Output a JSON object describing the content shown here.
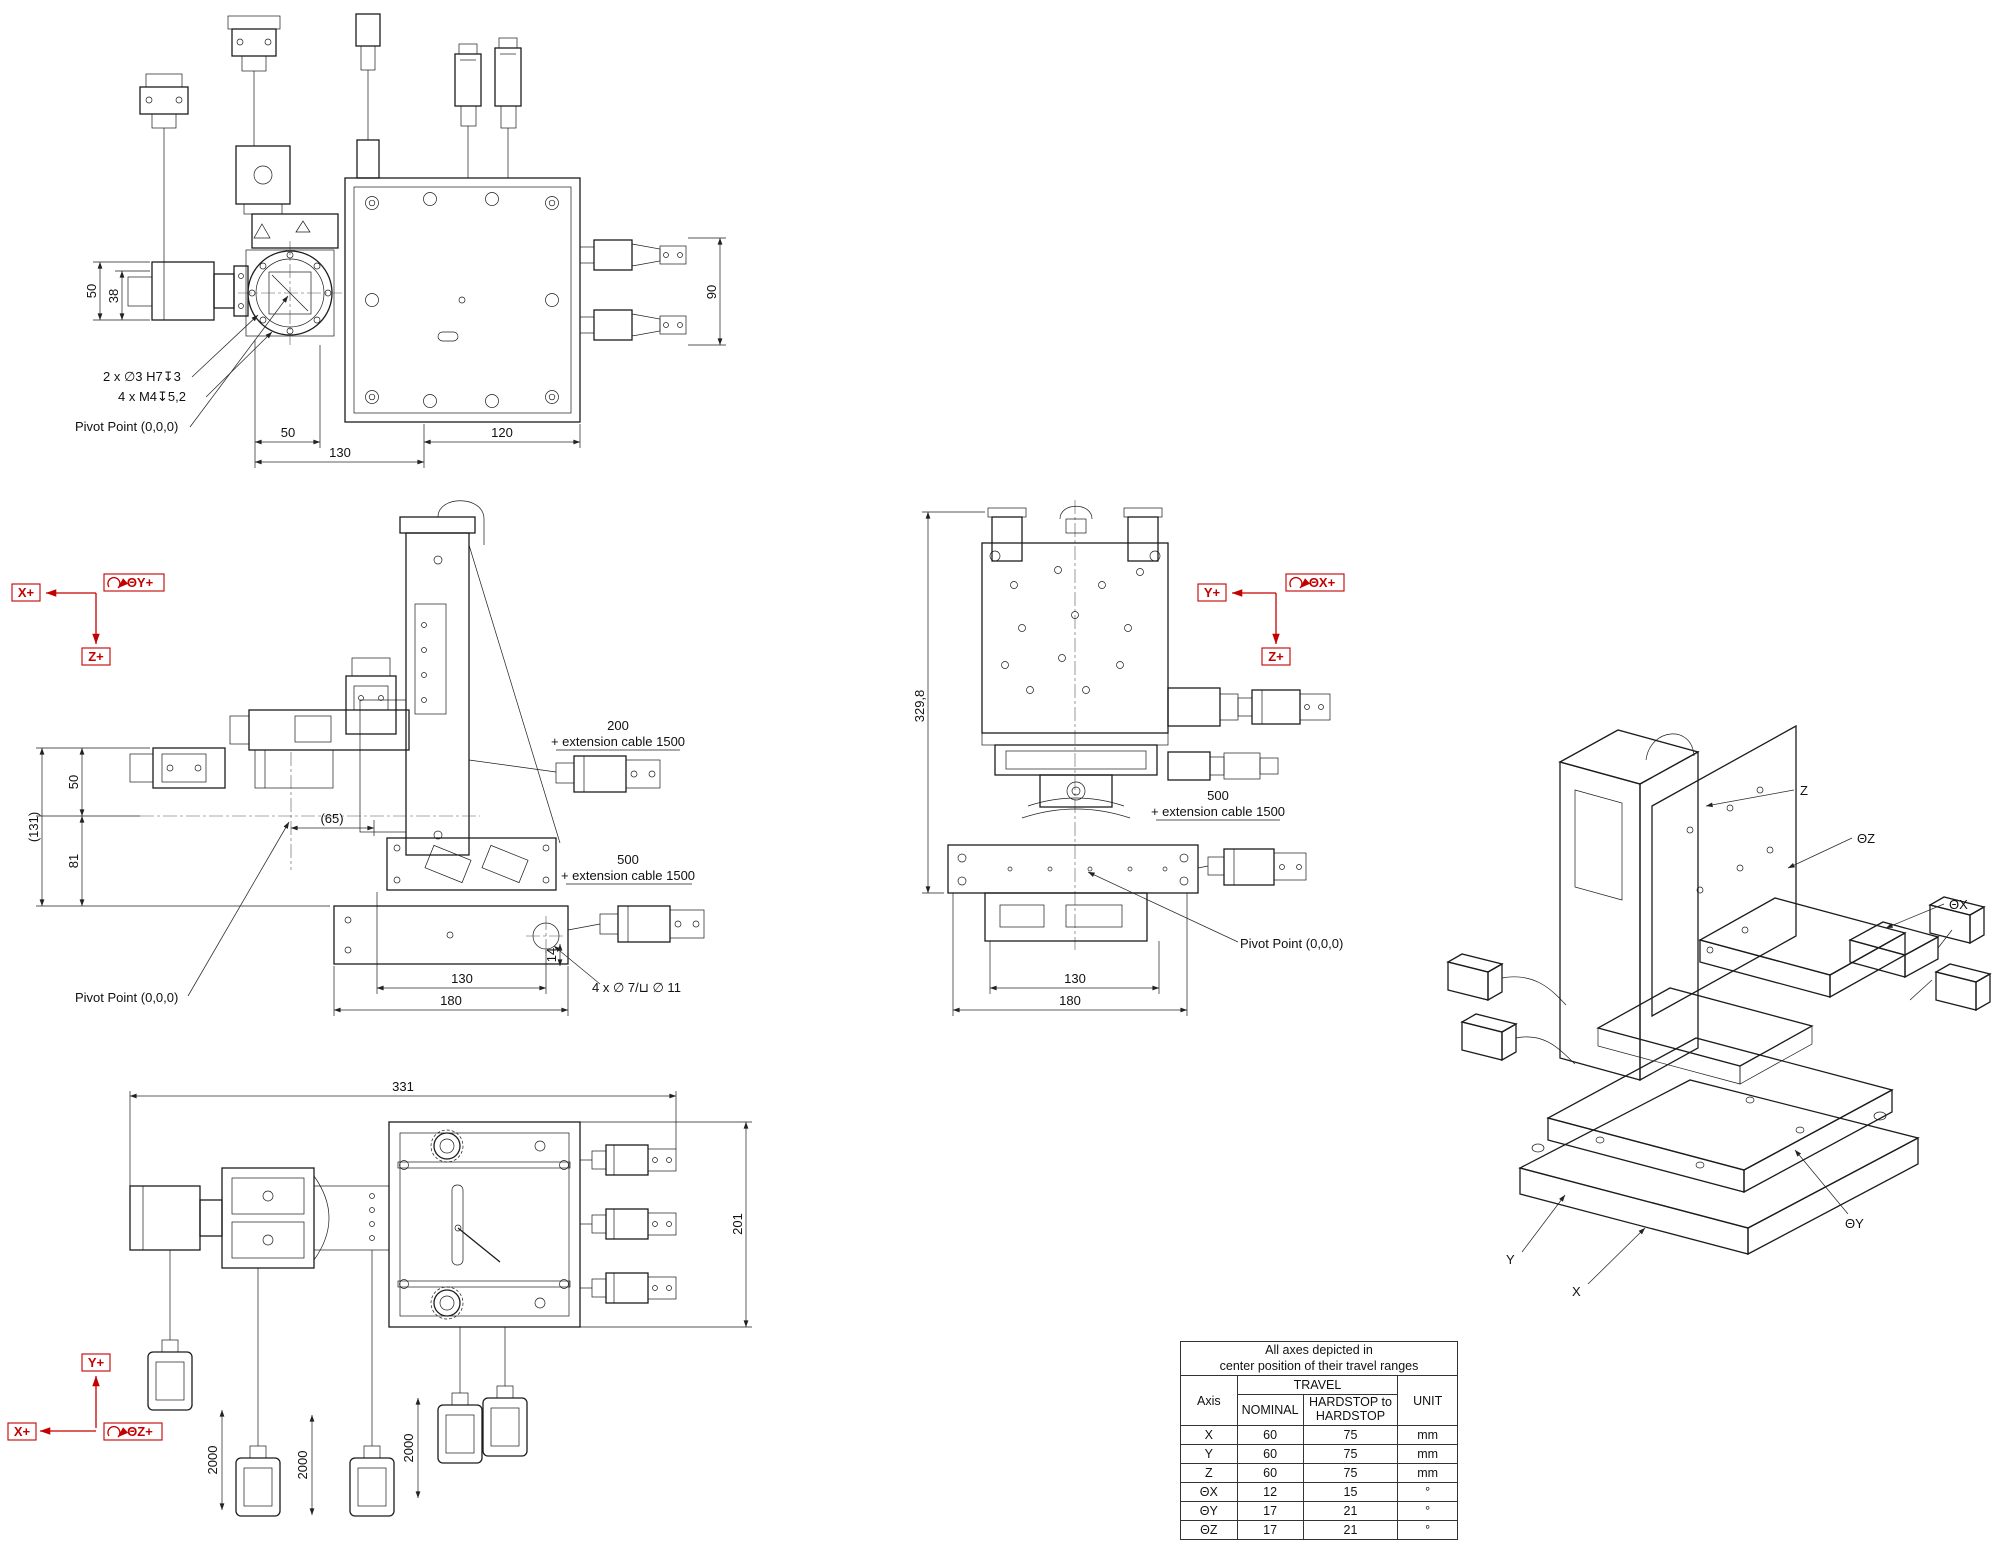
{
  "top_view": {
    "dim_50_v": "50",
    "dim_38_v": "38",
    "dim_90_v": "90",
    "dim_50_h": "50",
    "dim_130_h": "130",
    "dim_120_h": "120",
    "note_holes_1": "2 x ∅3 H7↧3",
    "note_holes_2": "4 x M4↧5,2",
    "note_pivot": "Pivot Point (0,0,0)"
  },
  "front_view": {
    "axis_x": "X+",
    "axis_ty": "ΘY+",
    "axis_z": "Z+",
    "dim_50": "50",
    "dim_131": "(131)",
    "dim_81": "81",
    "dim_65": "(65)",
    "dim_130": "130",
    "dim_180": "180",
    "dim_14": "14",
    "cable_200_1": "200",
    "cable_200_2": "+ extension cable 1500",
    "cable_500_1": "500",
    "cable_500_2": "+ extension cable 1500",
    "note_pivot": "Pivot Point (0,0,0)",
    "note_holes": "4 x ∅ 7/⊔ ∅ 11"
  },
  "side_view": {
    "axis_y": "Y+",
    "axis_tx": "ΘX+",
    "axis_z": "Z+",
    "dim_329": "329,8",
    "dim_130": "130",
    "dim_180": "180",
    "cable_500_1": "500",
    "cable_500_2": "+ extension cable 1500",
    "note_pivot": "Pivot Point (0,0,0)"
  },
  "bottom_view": {
    "axis_y": "Y+",
    "axis_x": "X+",
    "axis_tz": "ΘZ+",
    "dim_331": "331",
    "dim_201": "201",
    "dim_2000_a": "2000",
    "dim_2000_b": "2000",
    "dim_2000_c": "2000"
  },
  "iso_view": {
    "label_z": "Z",
    "label_tz": "ΘZ",
    "label_tx": "ΘX",
    "label_ty": "ΘY",
    "label_y": "Y",
    "label_x": "X"
  },
  "table": {
    "note_line1": "All axes depicted in",
    "note_line2": "center position of their travel ranges",
    "travel": "TRAVEL",
    "col_axis": "Axis",
    "col_nominal": "NOMINAL",
    "col_hardstop_1": "HARDSTOP to",
    "col_hardstop_2": "HARDSTOP",
    "col_unit": "UNIT",
    "rows": [
      {
        "axis": "X",
        "nominal": "60",
        "hardstop": "75",
        "unit": "mm"
      },
      {
        "axis": "Y",
        "nominal": "60",
        "hardstop": "75",
        "unit": "mm"
      },
      {
        "axis": "Z",
        "nominal": "60",
        "hardstop": "75",
        "unit": "mm"
      },
      {
        "axis": "ΘX",
        "nominal": "12",
        "hardstop": "15",
        "unit": "°"
      },
      {
        "axis": "ΘY",
        "nominal": "17",
        "hardstop": "21",
        "unit": "°"
      },
      {
        "axis": "ΘZ",
        "nominal": "17",
        "hardstop": "21",
        "unit": "°"
      }
    ]
  }
}
